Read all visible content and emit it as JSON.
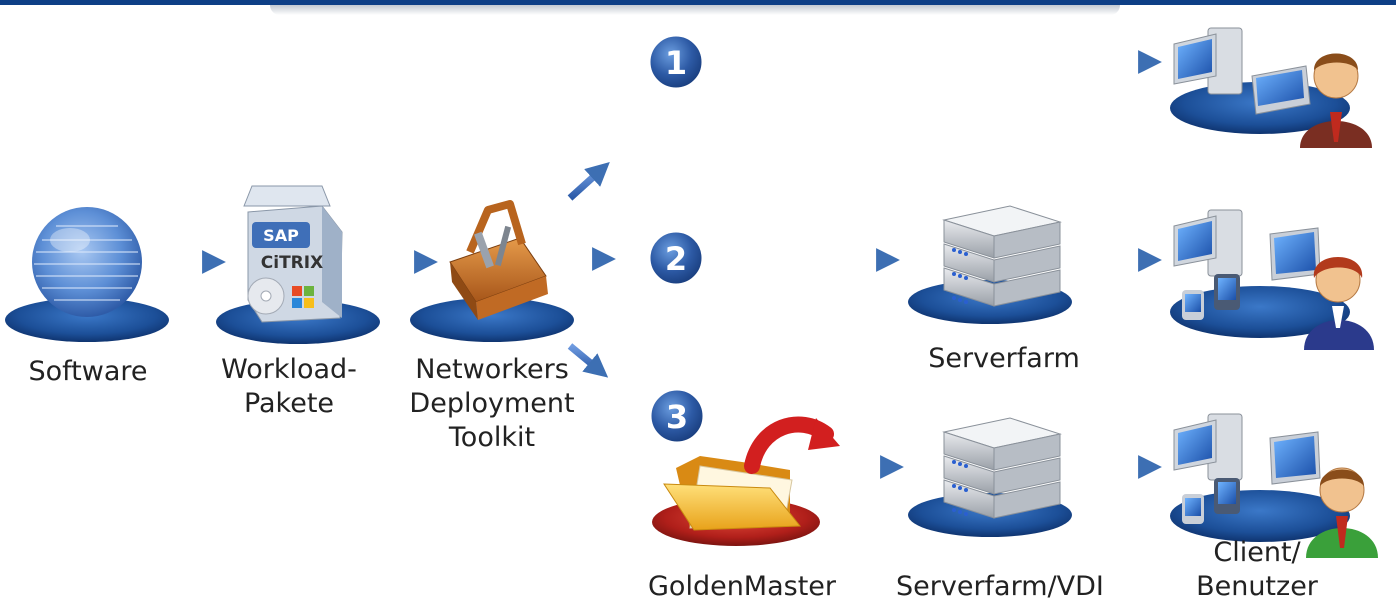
{
  "labels": {
    "software": "Software",
    "workload_line1": "Workload-",
    "workload_line2": "Pakete",
    "toolkit_line1": "Networkers",
    "toolkit_line2": "Deployment",
    "toolkit_line3": "Toolkit",
    "serverfarm": "Serverfarm",
    "goldenmaster": "GoldenMaster",
    "serverfarm_vdi": "Serverfarm/VDI",
    "client_line1": "Client/",
    "client_line2": "Benutzer"
  },
  "steps": [
    "1",
    "2",
    "3"
  ],
  "box_logos": {
    "sap": "SAP",
    "citrix": "CiTRIX"
  },
  "icons": [
    "globe-binary-icon",
    "software-box-icon",
    "toolbox-icon",
    "server-icon",
    "folder-arrow-icon",
    "workstation-user-icon"
  ],
  "colors": {
    "arrow": "#3d6fb3",
    "badge": "#2d5aa5",
    "platform": "#1f4f97",
    "platform_red": "#b02020",
    "header": "#0e3f86"
  }
}
